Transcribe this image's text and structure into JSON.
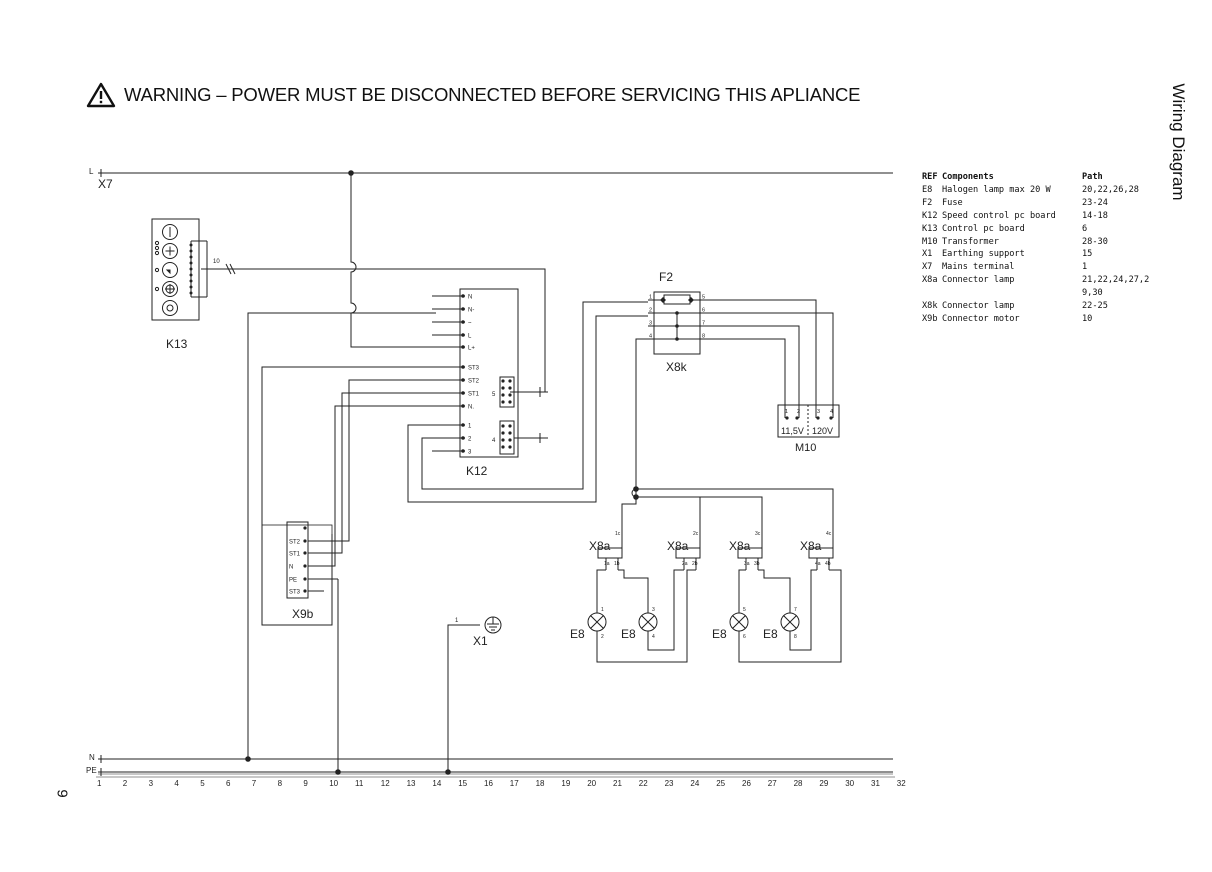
{
  "warning": {
    "text": "WARNING – POWER MUST BE DISCONNECTED BEFORE SERVICING THIS APLIANCE",
    "icon": "warning-triangle-icon"
  },
  "side_title": "Wiring Diagram",
  "page_number": "9",
  "legend": {
    "header": {
      "ref": "REF",
      "component": "Components",
      "path": "Path"
    },
    "rows": [
      {
        "ref": "E8",
        "component": "Halogen lamp max 20 W",
        "path": "20,22,26,28"
      },
      {
        "ref": "F2",
        "component": "Fuse",
        "path": "23-24"
      },
      {
        "ref": "K12",
        "component": "Speed control pc board",
        "path": "14-18"
      },
      {
        "ref": "K13",
        "component": "Control pc board",
        "path": "6"
      },
      {
        "ref": "M10",
        "component": "Transformer",
        "path": "28-30"
      },
      {
        "ref": "X1",
        "component": "Earthing support",
        "path": "15"
      },
      {
        "ref": "X7",
        "component": "Mains terminal",
        "path": "1"
      },
      {
        "ref": "X8a",
        "component": "Connector lamp",
        "path": "21,22,24,27,2 9,30"
      },
      {
        "ref": "X8k",
        "component": "Connector lamp",
        "path": "22-25"
      },
      {
        "ref": "X9b",
        "component": "Connector motor",
        "path": "10"
      }
    ]
  },
  "rails": {
    "top": "L",
    "bottom_n": "N",
    "bottom_pe": "PE",
    "mains_label": "X7"
  },
  "path_numbers": [
    "1",
    "2",
    "3",
    "4",
    "5",
    "6",
    "7",
    "8",
    "9",
    "10",
    "11",
    "12",
    "13",
    "14",
    "15",
    "16",
    "17",
    "18",
    "19",
    "20",
    "21",
    "22",
    "23",
    "24",
    "25",
    "26",
    "27",
    "28",
    "29",
    "30",
    "31",
    "32"
  ],
  "components": {
    "k13": {
      "label": "K13",
      "wire_count": "10"
    },
    "k12": {
      "label": "K12",
      "pins_top": [
        "N",
        "N-",
        "~",
        "L",
        "L+"
      ],
      "pins_mid": [
        "ST3",
        "ST2",
        "ST1",
        "N."
      ],
      "pins_bot": [
        "1",
        "2",
        "3"
      ],
      "block_a": "5",
      "block_b": "4"
    },
    "f2": {
      "label": "F2"
    },
    "x8k": {
      "label": "X8k",
      "pins_left": [
        "1",
        "2",
        "3",
        "4"
      ],
      "pins_right": [
        "5",
        "6",
        "7",
        "8"
      ]
    },
    "m10": {
      "label": "M10",
      "pins": [
        "1",
        "2",
        "3",
        "4"
      ],
      "volt_a": "11,5V",
      "volt_b": "120V"
    },
    "x9b": {
      "label": "X9b",
      "pins": [
        "ST2",
        "ST1",
        "N",
        "PE",
        "ST3"
      ]
    },
    "x1": {
      "label": "X1",
      "pin": "1"
    },
    "x8a": [
      {
        "label": "X8a",
        "top_pin": "1c",
        "bottom_pins": [
          "1a",
          "1b"
        ]
      },
      {
        "label": "X8a",
        "top_pin": "2c",
        "bottom_pins": [
          "2a",
          "2b"
        ]
      },
      {
        "label": "X8a",
        "top_pin": "3c",
        "bottom_pins": [
          "3a",
          "3b"
        ]
      },
      {
        "label": "X8a",
        "top_pin": "4c",
        "bottom_pins": [
          "4a",
          "4b"
        ]
      }
    ],
    "lamps": [
      {
        "label": "E8",
        "pin_top": "1",
        "pin_bot": "2"
      },
      {
        "label": "E8",
        "pin_top": "3",
        "pin_bot": "4"
      },
      {
        "label": "E8",
        "pin_top": "5",
        "pin_bot": "6"
      },
      {
        "label": "E8",
        "pin_top": "7",
        "pin_bot": "8"
      }
    ]
  },
  "colors": {
    "line": "#222222",
    "background": "#ffffff"
  }
}
